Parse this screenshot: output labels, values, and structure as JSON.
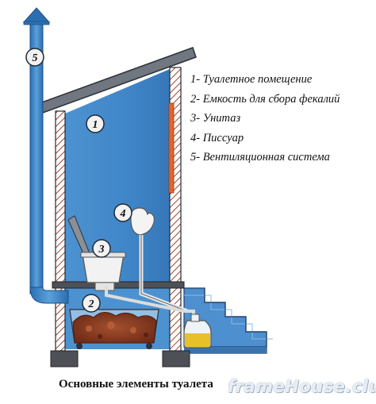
{
  "legend": [
    "1- Туалетное помещение",
    "2- Емкость для сбора фекалий",
    "3- Унитаз",
    "4- Писсуар",
    "5- Вентиляционная система"
  ],
  "markers": [
    "1",
    "2",
    "3",
    "4",
    "5"
  ],
  "caption": "Основные элементы туалета",
  "watermark": "frameHouse.club",
  "colors": {
    "room": "#3f86c8",
    "room_light": "#6aa6da",
    "pipe": "#3b82c4",
    "roof": "#707780",
    "floor_slab": "#4d5157",
    "stairs": "#4d8fcf",
    "feces": "#8a3a22",
    "liquid": "#e8c02a",
    "heater": "#e0662a"
  }
}
